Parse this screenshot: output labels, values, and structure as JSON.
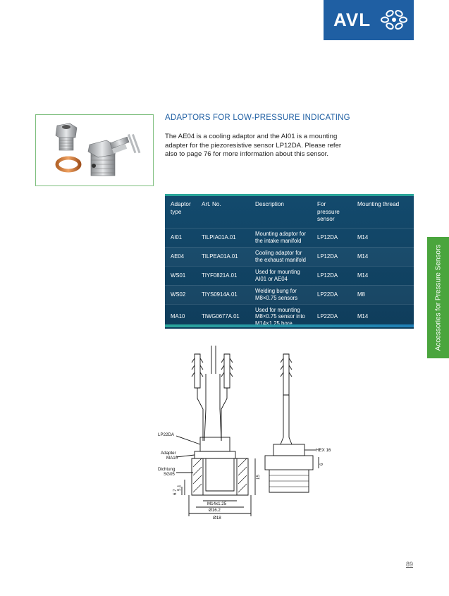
{
  "logo": {
    "text": "AVL",
    "brand_color": "#1f5fa3"
  },
  "section": {
    "title": "ADAPTORS FOR LOW-PRESSURE INDICATING",
    "intro": "The AE04 is a cooling adaptor and the AI01 is a mounting adapter for the piezoresistive sensor LP12DA. Please refer also to page 76 for more information about this sensor."
  },
  "table": {
    "headers": [
      "Adaptor type",
      "Art. No.",
      "Description",
      "For pressure sensor",
      "Mounting thread"
    ],
    "rows": [
      [
        "AI01",
        "TILPIA01A.01",
        "Mounting adaptor for the intake manifold",
        "LP12DA",
        "M14"
      ],
      [
        "AE04",
        "TILPEA01A.01",
        "Cooling adaptor for the exhaust manifold",
        "LP12DA",
        "M14"
      ],
      [
        "WS01",
        "TIYF0821A.01",
        "Used for mounting AI01 or AE04",
        "LP12DA",
        "M14"
      ],
      [
        "WS02",
        "TIYS0914A.01",
        "Welding bung for M8×0.75 sensors",
        "LP22DA",
        "M8"
      ],
      [
        "MA10",
        "TIWG0677A.01",
        "Used for mounting M8×0.75 sensor into M14×1.25 bore",
        "LP22DA",
        "M14"
      ]
    ]
  },
  "side_tab": {
    "text": "Accessories for Pressure Sensors",
    "color": "#4aa53d"
  },
  "drawing_labels": {
    "lp22da": "LP22DA",
    "adapter": "Adapter",
    "ma10": "MA10",
    "dichtung": "Dichtung",
    "sg05": "SG05",
    "hex": "HEX 16",
    "thread": "M14x1.25",
    "d1": "Ø16.2",
    "d2": "Ø18",
    "h1": "6.7",
    "h2": "5.1",
    "h3": "15",
    "h4": "6"
  },
  "page_number": "89"
}
